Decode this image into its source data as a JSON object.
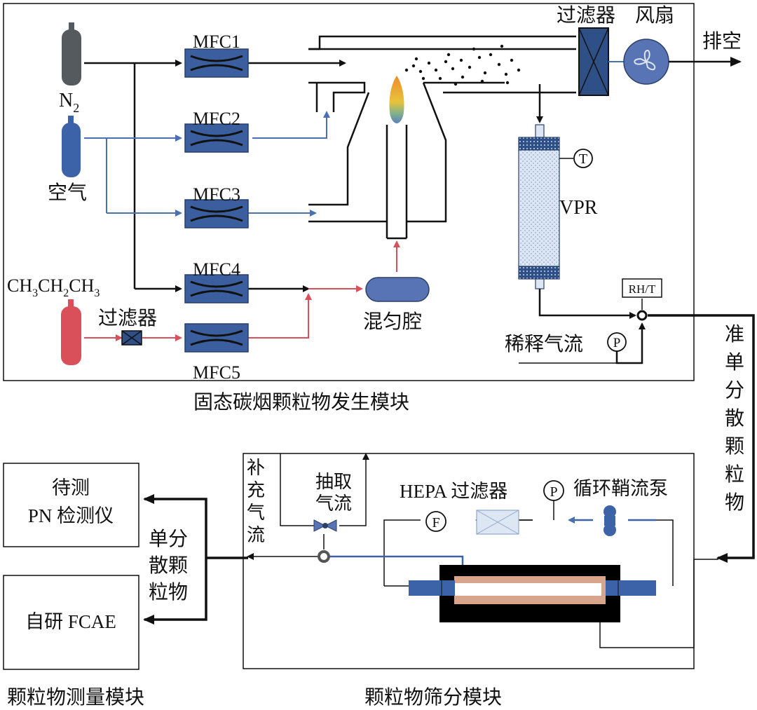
{
  "top_module": {
    "caption": "固态碳烟颗粒物发生模块",
    "n2_label_main": "N",
    "n2_label_sub": "2",
    "air_label": "空气",
    "propane_label": "CH3CH2CH3",
    "filter_label": "过滤器",
    "mfc_labels": [
      "MFC1",
      "MFC2",
      "MFC3",
      "MFC4",
      "MFC5"
    ],
    "mixer_label": "混匀腔",
    "vpr_label": "VPR",
    "t_sensor": "T",
    "rh_sensor": "RH/T",
    "p_sensor": "P",
    "dilution_label": "稀释气流",
    "exhaust_filter_label": "过滤器",
    "fan_label": "风扇",
    "exhaust_label": "排空"
  },
  "side_label_vertical": [
    "准",
    "单",
    "分",
    "散",
    "颗",
    "粒",
    "物"
  ],
  "sieve_module": {
    "caption": "颗粒物筛分模块",
    "makeup_flow": [
      "补",
      "充",
      "气",
      "流"
    ],
    "extract_flow": [
      "抽取",
      "气流"
    ],
    "hepa_label": "HEPA 过滤器",
    "p_sensor": "P",
    "f_sensor": "F",
    "pump_label": "循环鞘流泵"
  },
  "mono_label": [
    "单分",
    "散颗",
    "粒物"
  ],
  "measure_module": {
    "caption": "颗粒物测量模块",
    "box1_line1": "待测",
    "box1_line2": "PN 检测仪",
    "box2": "自研 FCAE"
  },
  "colors": {
    "black": "#111111",
    "air_blue": "#4a6fb3",
    "propane_red": "#d9505a",
    "mfc_fill": "#3b5f9e",
    "cylinder_gray": "#555a5e",
    "cylinder_blue": "#3c63a8",
    "cylinder_red": "#d9505a"
  }
}
